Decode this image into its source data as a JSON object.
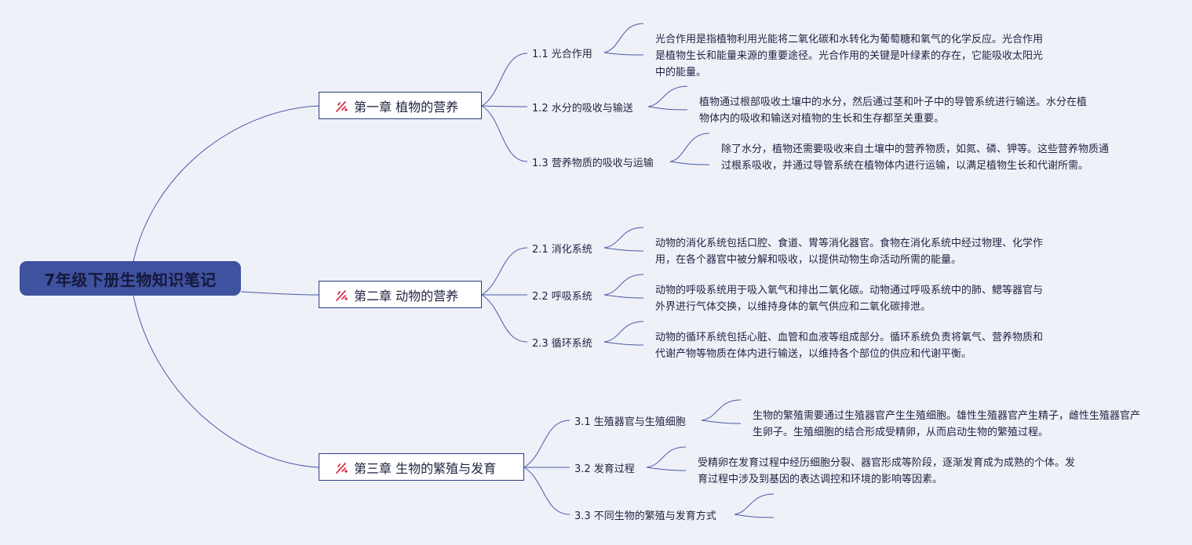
{
  "root": {
    "title": "7年级下册生物知识笔记"
  },
  "chapters": [
    {
      "title": "第一章 植物的营养",
      "subs": [
        {
          "label": "1.1 光合作用",
          "desc": "光合作用是指植物利用光能将二氧化碳和水转化为葡萄糖和氧气的化学反应。光合作用是植物生长和能量来源的重要途径。光合作用的关键是叶绿素的存在，它能吸收太阳光中的能量。"
        },
        {
          "label": "1.2 水分的吸收与输送",
          "desc": "植物通过根部吸收土壤中的水分，然后通过茎和叶子中的导管系统进行输送。水分在植物体内的吸收和输送对植物的生长和生存都至关重要。"
        },
        {
          "label": "1.3 营养物质的吸收与运输",
          "desc": "除了水分，植物还需要吸收来自土壤中的营养物质，如氮、磷、钾等。这些营养物质通过根系吸收，并通过导管系统在植物体内进行运输，以满足植物生长和代谢所需。"
        }
      ]
    },
    {
      "title": "第二章 动物的营养",
      "subs": [
        {
          "label": "2.1 消化系统",
          "desc": "动物的消化系统包括口腔、食道、胃等消化器官。食物在消化系统中经过物理、化学作用，在各个器官中被分解和吸收，以提供动物生命活动所需的能量。"
        },
        {
          "label": "2.2 呼吸系统",
          "desc": "动物的呼吸系统用于吸入氧气和排出二氧化碳。动物通过呼吸系统中的肺、鳃等器官与外界进行气体交换，以维持身体的氧气供应和二氧化碳排泄。"
        },
        {
          "label": "2.3 循环系统",
          "desc": "动物的循环系统包括心脏、血管和血液等组成部分。循环系统负责将氧气、营养物质和代谢产物等物质在体内进行输送，以维持各个部位的供应和代谢平衡。"
        }
      ]
    },
    {
      "title": "第三章 生物的繁殖与发育",
      "subs": [
        {
          "label": "3.1 生殖器官与生殖细胞",
          "desc": "生物的繁殖需要通过生殖器官产生生殖细胞。雄性生殖器官产生精子，雌性生殖器官产生卵子。生殖细胞的结合形成受精卵，从而启动生物的繁殖过程。"
        },
        {
          "label": "3.2 发育过程",
          "desc": "受精卵在发育过程中经历细胞分裂、器官形成等阶段，逐渐发育成为成熟的个体。发育过程中涉及到基因的表达调控和环境的影响等因素。"
        },
        {
          "label": "3.3 不同生物的繁殖与发育方式",
          "desc": ""
        }
      ]
    }
  ],
  "colors": {
    "background": "#eef1f8",
    "root_fill": "#3f52a0",
    "chapter_border": "#2e3c7e",
    "line": "#4a5aa8",
    "icon": "#d9304f"
  },
  "icons": {
    "chapter_icon": "sparkle-icon"
  }
}
